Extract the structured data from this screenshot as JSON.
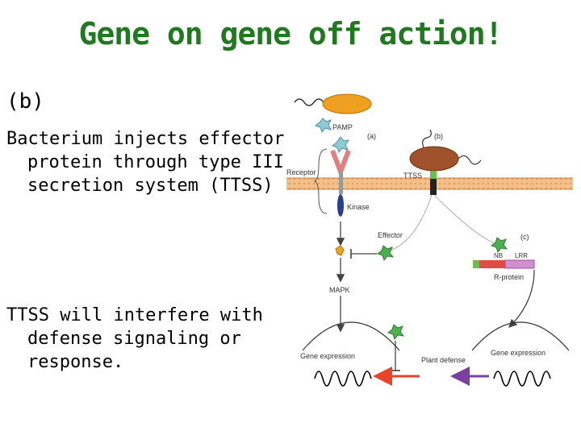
{
  "slide": {
    "title": "Gene on gene off action!",
    "subtitle": "(b)",
    "paragraph1": "Bacterium injects effector protein through type III secretion system (TTSS)",
    "paragraph2": "TTSS will interfere with defense signaling or response."
  },
  "diagram": {
    "labels": {
      "pamp": "PAMP",
      "panel_a": "(a)",
      "panel_b": "(b)",
      "panel_c": "(c)",
      "receptor": "Receptor",
      "ttss": "TTSS",
      "kinase": "Kinase",
      "effector": "Effector",
      "nb": "NB",
      "lrr": "LRR",
      "r_protein": "R-protein",
      "mapk": "MAPK",
      "gene_expression_left": "Gene expression",
      "gene_expression_right": "Gene expression",
      "plant_defense": "Plant defense"
    },
    "colors": {
      "bacterium": "#f0a020",
      "bacterium_b": "#a0522d",
      "membrane": "#f4c08a",
      "pamp": "#8ecbd6",
      "effector": "#4caf50",
      "kinase": "#2a3f8f",
      "receptor": "#f0a0a0",
      "ttss_green": "#6abf4b",
      "nb": "#e24a4a",
      "lrr": "#c070c0",
      "dna": "#000000",
      "arrow_red": "#e8442a",
      "arrow_purple": "#7b3fa0",
      "text": "#333333"
    }
  }
}
